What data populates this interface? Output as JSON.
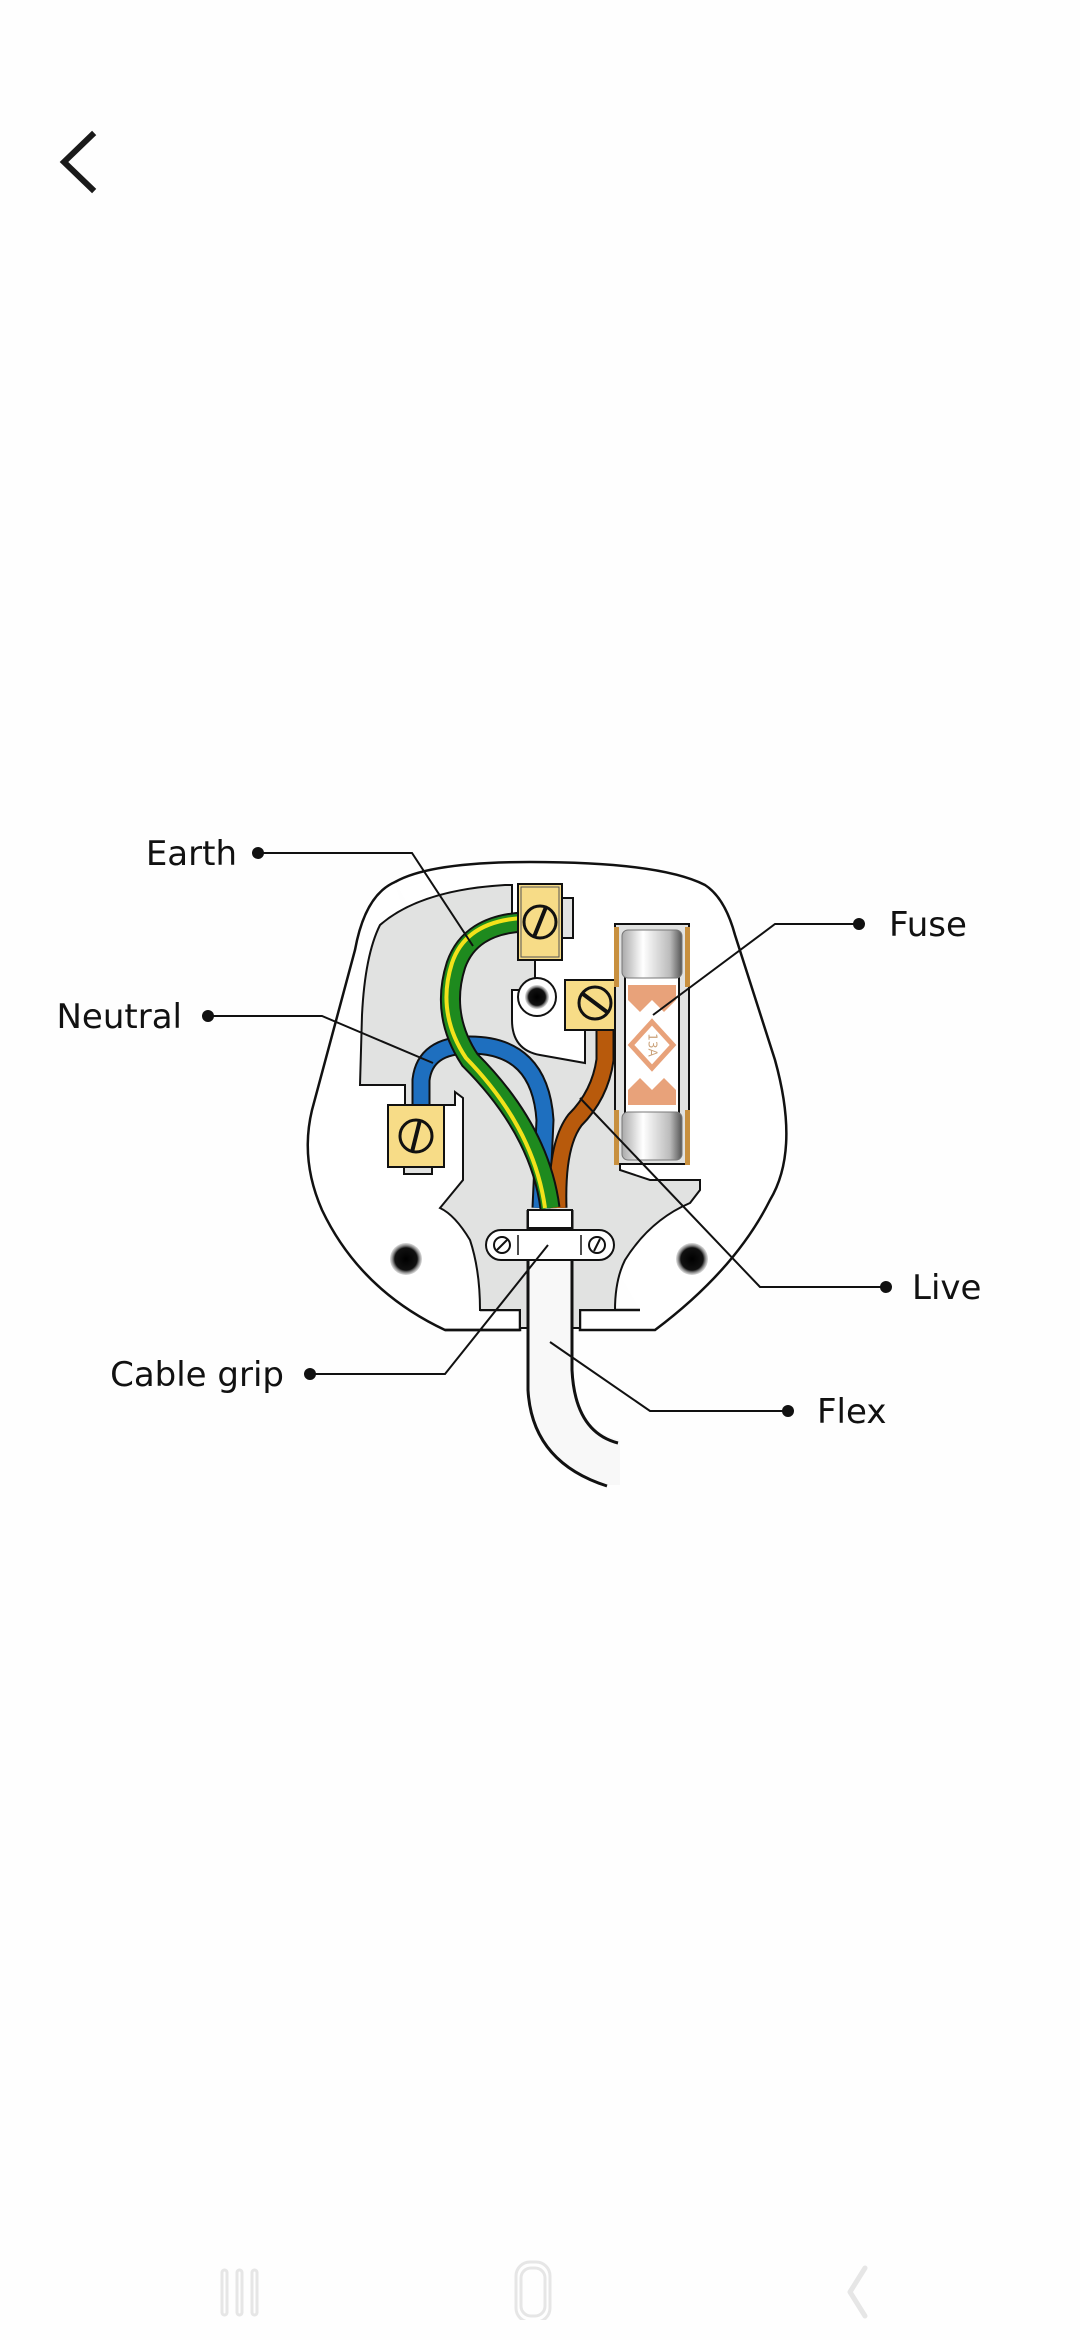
{
  "header": {
    "back_icon": "chevron-left-icon"
  },
  "diagram": {
    "title": "Wiring a three-pin plug",
    "labels": {
      "earth": "Earth",
      "neutral": "Neutral",
      "fuse": "Fuse",
      "live": "Live",
      "cable_grip": "Cable grip",
      "flex": "Flex"
    },
    "fuse_rating": "13A",
    "colors": {
      "earth_green": "#1e8a1e",
      "earth_yellow": "#f2e21a",
      "neutral_blue": "#1e6fbf",
      "live_brown": "#b85a0c",
      "terminal": "#f7dc87",
      "plate": "#e1e2e1",
      "fuse_band": "#e8a27a"
    }
  },
  "navbar": {
    "recents_icon": "recent-apps-icon",
    "home_icon": "home-icon",
    "back_icon": "back-nav-icon"
  }
}
